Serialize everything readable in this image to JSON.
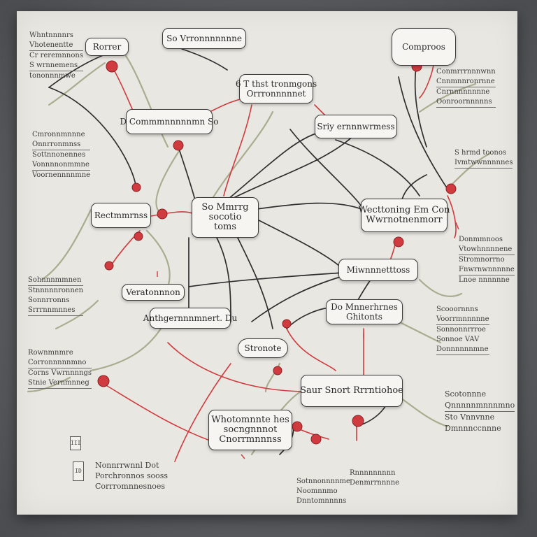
{
  "nodes": {
    "n1": "Rorrer",
    "n2": "So Vrronnnnnnne",
    "n3": {
      "l1": "6 T thst tronmgons",
      "l2": "Orrronnnnnet"
    },
    "n4": "Comproos",
    "n5": "D Commmnnnnnmn So",
    "n6": "Sriy ernnnwrmess",
    "n7": "Rectmmrnss",
    "n8": {
      "l1": "So Mmrrg",
      "l2": "socotio",
      "l3": "toms"
    },
    "n9": {
      "l1": "Wecttoning Em Con",
      "l2": "Wwrnotnenmorr"
    },
    "n10": "Miwnnnetttoss",
    "n11": "Veratonnnon",
    "n12": {
      "l1": "Do Mnnerhrnes",
      "l2": "Ghitonts"
    },
    "n13": "Anthgernnnmnert. Du",
    "n14": "Stronote",
    "n15": "Saur Snort Rrrntiohoe",
    "n16": {
      "l1": "Whotomnnte hes",
      "l2": "socngnnnot",
      "l3": "Cnorrmnnnss"
    }
  },
  "notes": {
    "tl": [
      "Whntnnnnrs",
      "Vhotenentte",
      "Cr reremnnons",
      "S wrnnemens",
      "tononnnmwe"
    ],
    "ml": [
      "Cmronnmnnne",
      "Onnrronmnss",
      "Sottnnonennes",
      "Vonnnnonmmne",
      "Voornennnnmne"
    ],
    "l2": [
      "Sohnnnmmnen",
      "Stnnnnnronnen",
      "Sonnrronns",
      "Srrrnnmnnes"
    ],
    "l3": [
      "Rownmnmre",
      "Corronnnnnmno",
      "Corns Vwrnnnngs",
      "Stnie Vernmnneg"
    ],
    "bl": [
      "Nonnrrwnnl Dot",
      "Porchronnos sooss",
      "Corrromnnesnoes"
    ],
    "bc": [
      "Sotnnonnnnme",
      "Noomnnmo",
      "Dnntomnnnns"
    ],
    "br": [
      "Rnnnnnnnnn",
      "Denmrrnnnne"
    ],
    "tr": [
      "Conmrrrnnnwnn",
      "Cnnmnnronrnne",
      "Cnrnnnnnnnne",
      "Oonroornnnnns"
    ],
    "r1": [
      "S hrmd toonos",
      "Ivmtwwnnnnnes"
    ],
    "r2": [
      "Donmmnoos",
      "Vtowhnnnnene",
      "Stromnorrno",
      "Fnwrnwnnnnne",
      "Lnoe nnnnnne"
    ],
    "r3": [
      "Scooornnns",
      "Voorrmnnnnne",
      "Sonnonnrrroe",
      "Sonnoe VAV",
      "Donnnnnnmne"
    ],
    "r4": [
      "Scotonnne",
      "Qnnnnnmnnnmno",
      "Sto Vnnvnne",
      "Dmnnnccnnne"
    ]
  },
  "tags": [
    "III",
    "ID"
  ],
  "colors": {
    "wire": "#2f2f2f",
    "accent": "#cf3b3f",
    "secondary": "#a9ad8f"
  }
}
